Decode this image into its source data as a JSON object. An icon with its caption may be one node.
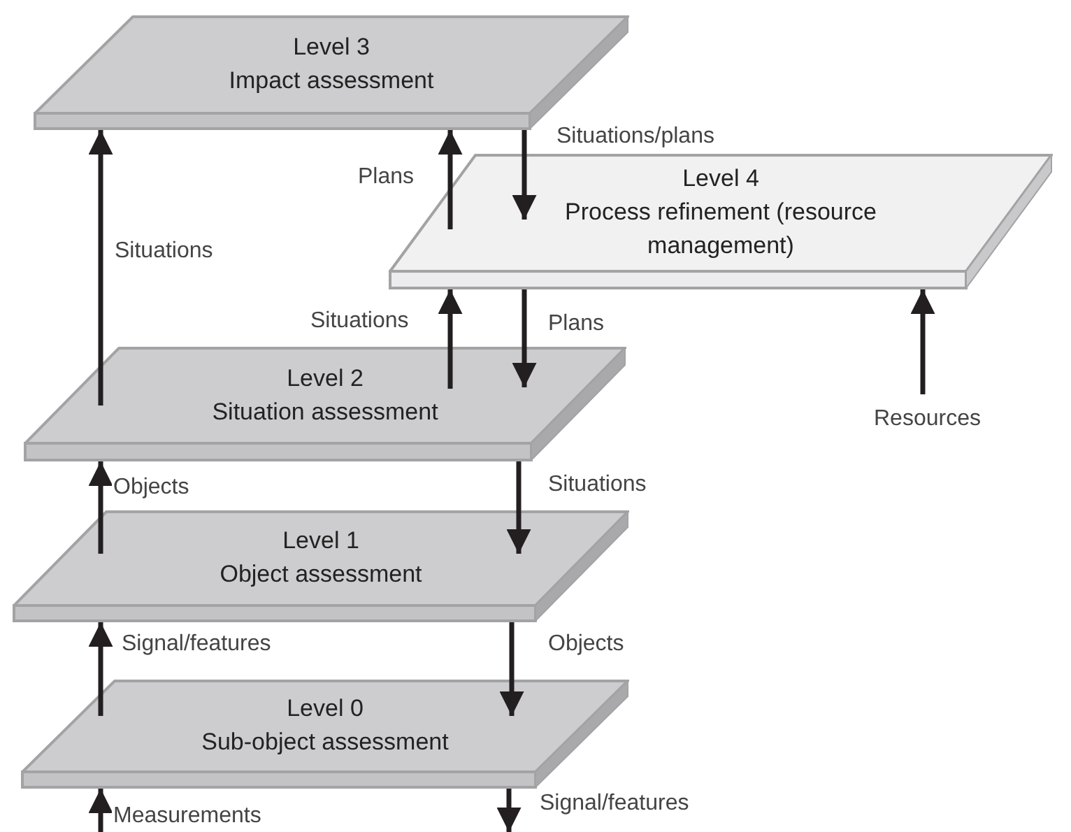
{
  "diagram": {
    "nodes": [
      {
        "text": [
          "Level 3",
          "Impact assessment"
        ]
      },
      {
        "text": [
          "Level 4",
          "Process refinement (resource management)"
        ]
      },
      {
        "text": [
          "Level 2",
          "Situation assessment"
        ]
      },
      {
        "text": [
          "Level 1",
          "Object assessment"
        ]
      },
      {
        "text": [
          "Level 0",
          "Sub-object assessment"
        ]
      }
    ],
    "edges": [
      {
        "from": null,
        "to": 4,
        "arrow": "to",
        "label": "Measurements"
      },
      {
        "from": 4,
        "to": 3,
        "arrow": "to",
        "label": "Signal/features"
      },
      {
        "from": 3,
        "to": 2,
        "arrow": "to",
        "label": "Objects"
      },
      {
        "from": 2,
        "to": 0,
        "arrow": "to",
        "label": "Situations"
      },
      {
        "from": 1,
        "to": 0,
        "arrow": "to",
        "label": "Plans"
      },
      {
        "from": 0,
        "to": 1,
        "arrow": "to",
        "label": "Situations/plans"
      },
      {
        "from": 2,
        "to": 1,
        "arrow": "to",
        "label": "Situations"
      },
      {
        "from": 1,
        "to": 2,
        "arrow": "to",
        "label": "Plans"
      },
      {
        "from": 2,
        "to": 3,
        "arrow": "to",
        "label": "Situations"
      },
      {
        "from": 3,
        "to": 4,
        "arrow": "to",
        "label": "Objects"
      },
      {
        "from": 4,
        "to": null,
        "arrow": "to",
        "label": "Signal/features"
      },
      {
        "from": null,
        "to": 1,
        "arrow": "to",
        "label": "Resources"
      }
    ]
  }
}
